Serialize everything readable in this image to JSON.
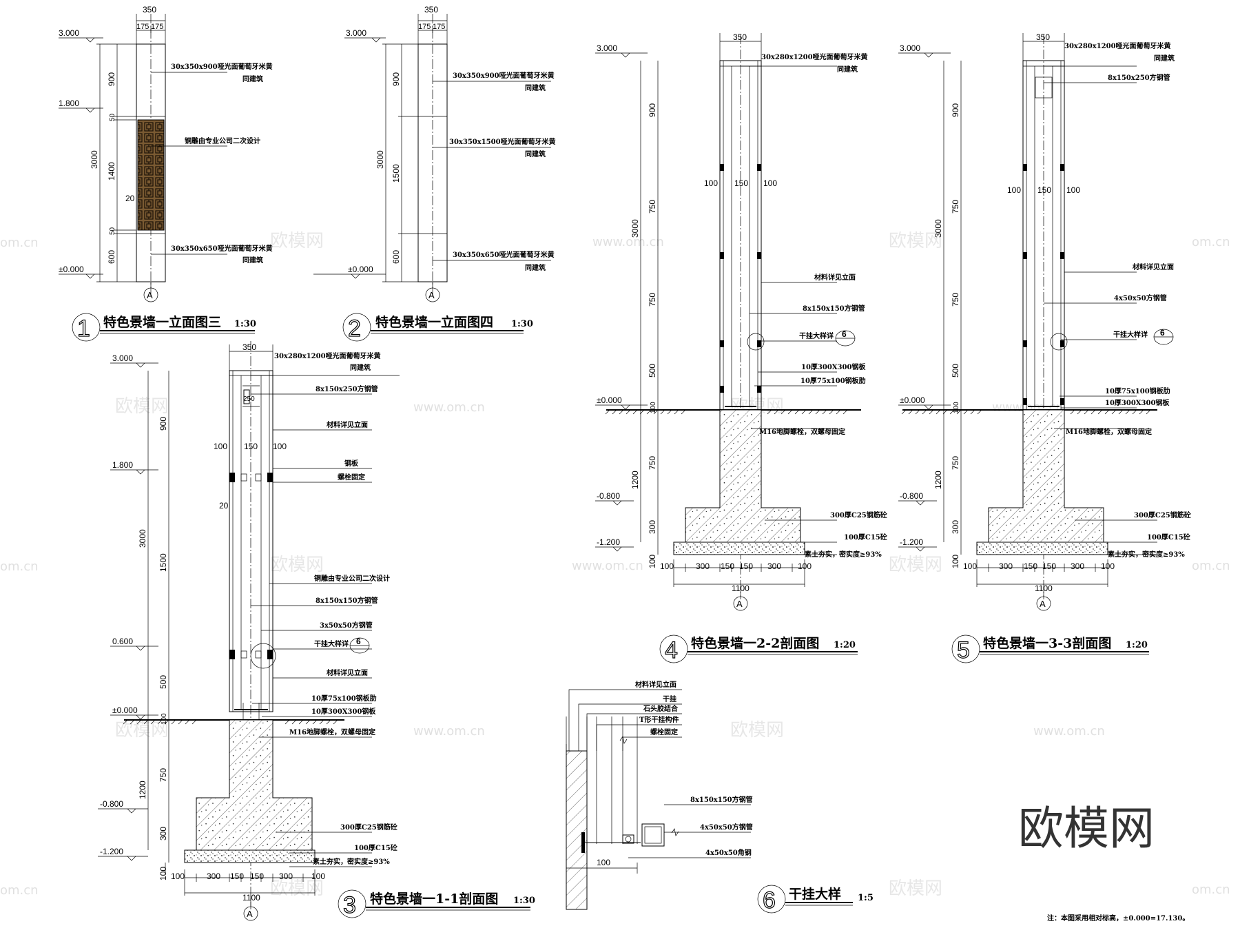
{
  "watermark": {
    "site": "www.om.cn",
    "cn": "欧模网",
    "site_short": "om.cn"
  },
  "logo": "欧模网",
  "footnote": "注：本图采用相对标高，±0.000=17.130。",
  "elev": {
    "e3000": "3.000",
    "e1800": "1.800",
    "e0600": "0.600",
    "e0": "±0.000",
    "em800": "-0.800",
    "em1200": "-1.200"
  },
  "dims": {
    "d350": "350",
    "d175": "175",
    "d900": "900",
    "d50": "50",
    "d1400": "1400",
    "d600": "600",
    "d3000": "3000",
    "d1500": "1500",
    "d20": "20",
    "d100": "100",
    "d150": "150",
    "d250": "250",
    "d750": "750",
    "d500": "500",
    "d1200": "1200",
    "d300": "300",
    "d1100": "1100",
    "axis": "A"
  },
  "notes": {
    "stone900": "30x350x900哑光面葡萄牙米黄",
    "stone1500": "30x350x1500哑光面葡萄牙米黄",
    "stone650": "30x350x650哑光面葡萄牙米黄",
    "stone1200": "30x280x1200哑光面葡萄牙米黄",
    "samearch": "同建筑",
    "copper": "铜雕由专业公司二次设计",
    "tube250": "8x150x250方钢管",
    "tube150": "8x150x150方钢管",
    "material": "材料详见立面",
    "steelplate": "钢板",
    "bolt": "螺栓固定",
    "tube50_3": "3x50x50方钢管",
    "tube50_4": "4x50x50方钢管",
    "drydetail": "干挂大样详",
    "rib": "10厚75x100钢板肋",
    "plate300": "10厚300X300钢板",
    "anchor": "M16地脚螺栓，双螺母固定",
    "c25": "300厚C25钢筋砼",
    "c15": "100厚C15砼",
    "soil": "素土夯实，密实度≥93%",
    "dryhang": "干挂",
    "stoneglue": "石头胶结合",
    "tpiece": "T形干挂构件",
    "angle50": "4x50x50角钢",
    "ref6": "6"
  },
  "titles": {
    "t1": {
      "num": "1",
      "text": "特色景墙一立面图三",
      "scale": "1:30"
    },
    "t2": {
      "num": "2",
      "text": "特色景墙一立面图四",
      "scale": "1:30"
    },
    "t3": {
      "num": "3",
      "text": "特色景墙一1-1剖面图",
      "scale": "1:30"
    },
    "t4": {
      "num": "4",
      "text": "特色景墙一2-2剖面图",
      "scale": "1:20"
    },
    "t5": {
      "num": "5",
      "text": "特色景墙一3-3剖面图",
      "scale": "1:20"
    },
    "t6": {
      "num": "6",
      "text": "干挂大样",
      "scale": "1:5"
    }
  }
}
